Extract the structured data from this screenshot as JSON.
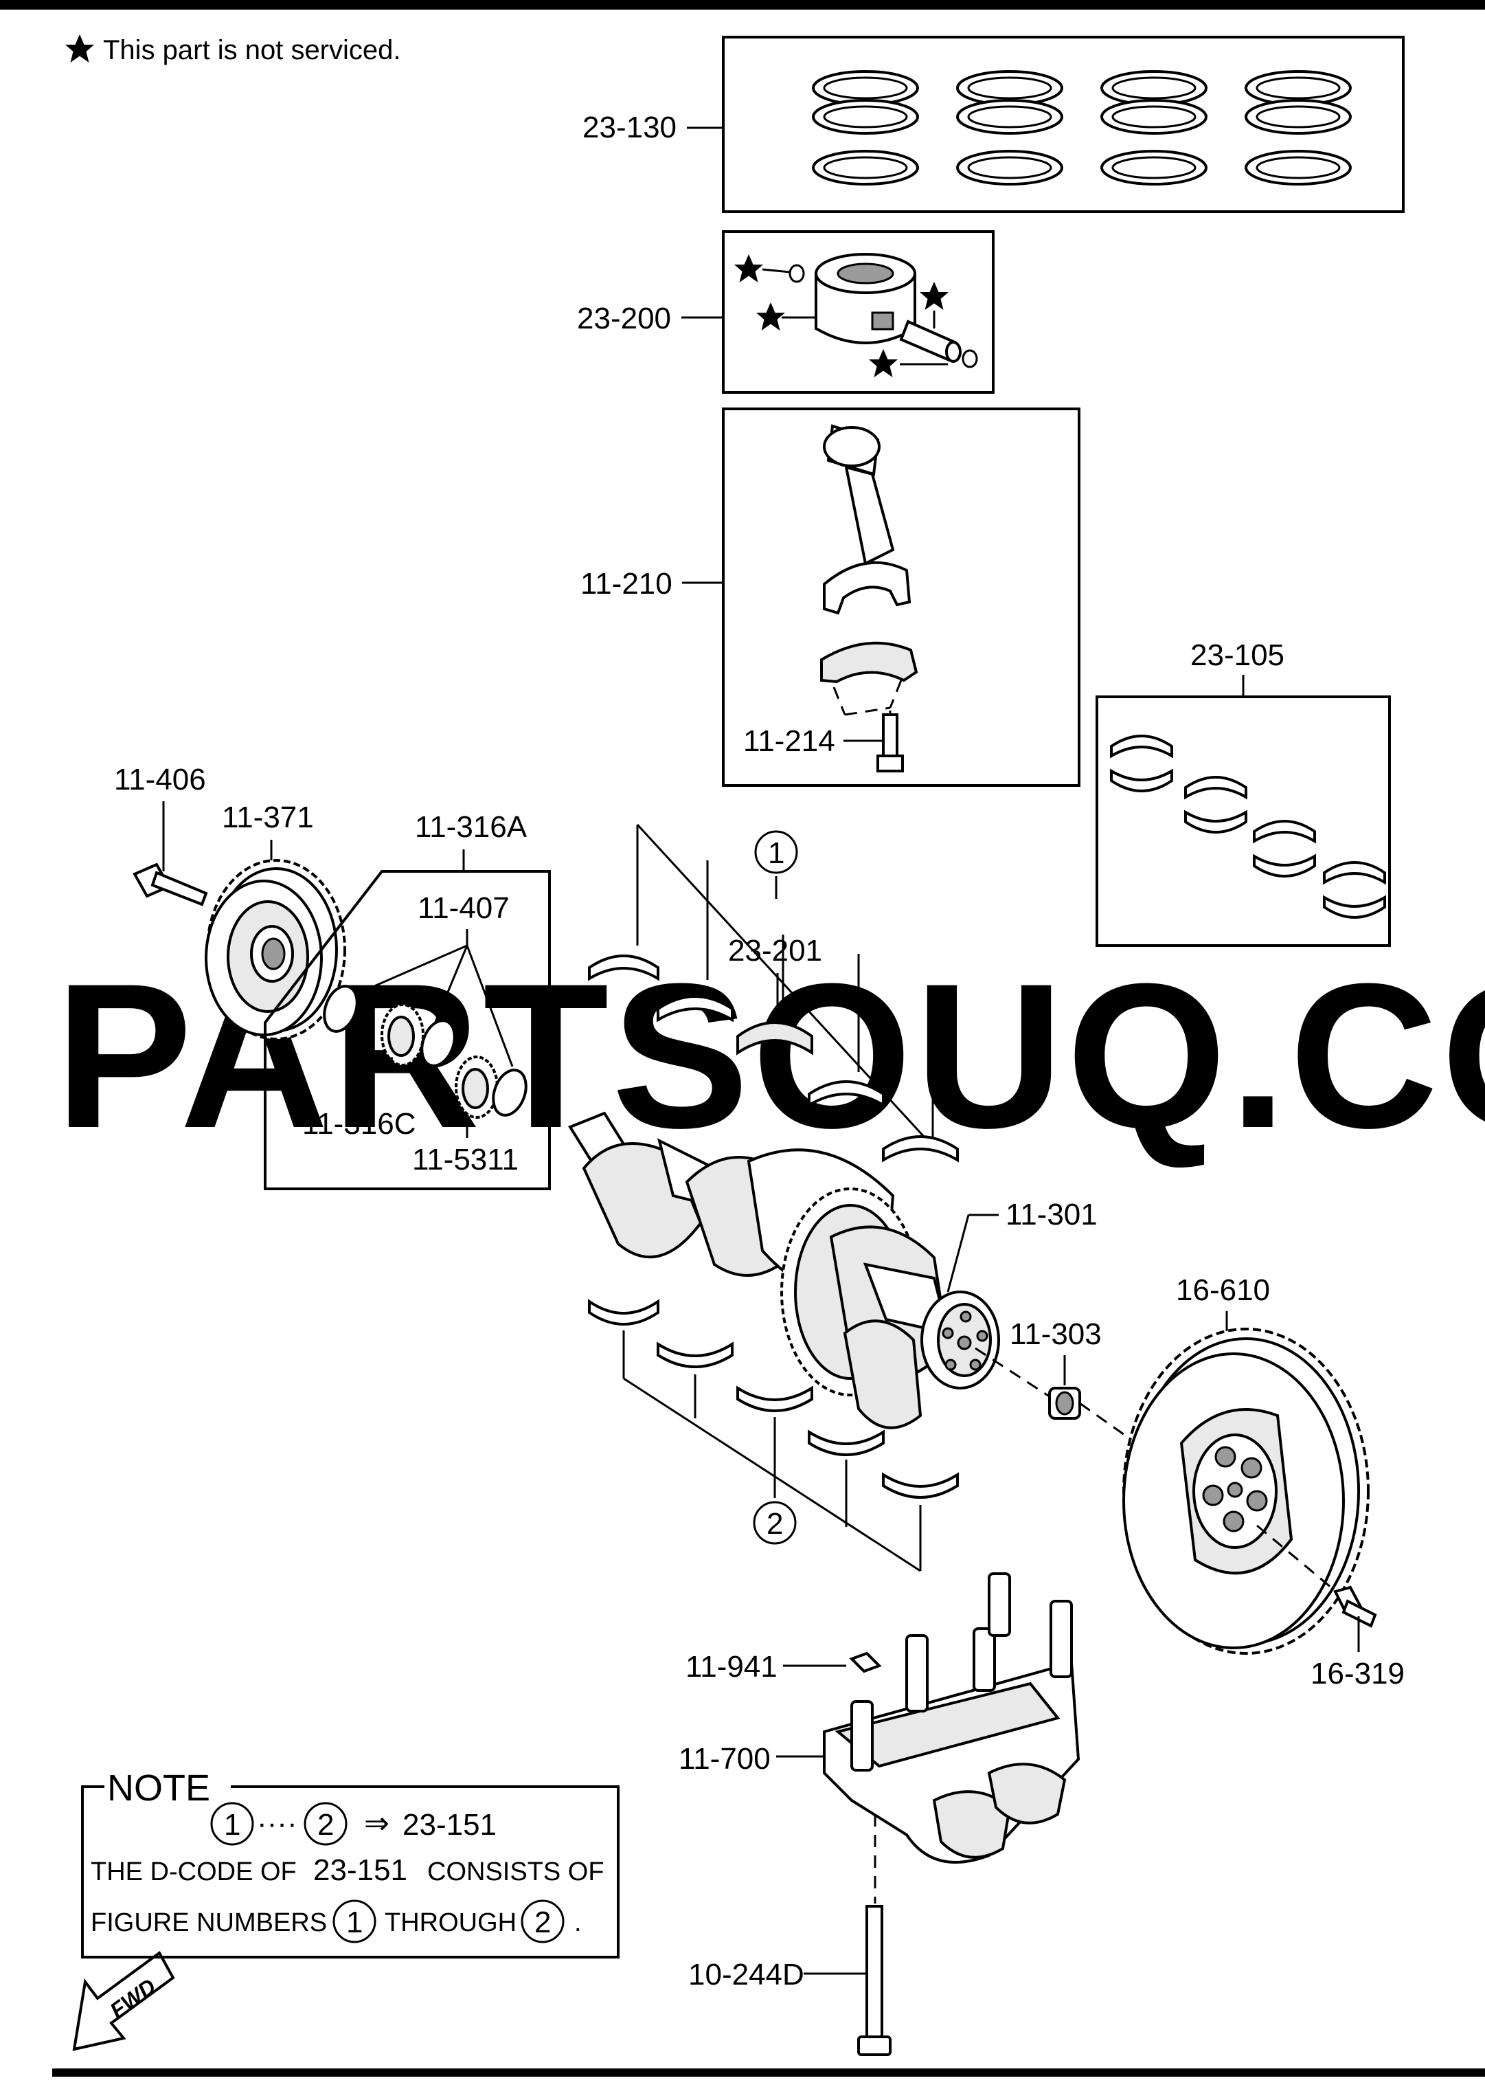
{
  "legend": {
    "star_note": "This part is not serviced."
  },
  "watermark": "PARTSOUQ.COM",
  "callouts": {
    "c23_130": "23-130",
    "c23_200": "23-200",
    "c11_210": "11-210",
    "c11_214": "11-214",
    "c23_105": "23-105",
    "c11_406": "11-406",
    "c11_371": "11-371",
    "c11_316a": "11-316A",
    "c11_407": "11-407",
    "c11_316c": "11-316C",
    "c11_5311": "11-5311",
    "c23_201": "23-201",
    "c11_301": "11-301",
    "c11_303": "11-303",
    "c16_610": "16-610",
    "c16_319": "16-319",
    "c11_941": "11-941",
    "c11_700": "11-700",
    "c10_244d": "10-244D"
  },
  "figure_refs": {
    "one": "1",
    "two": "2"
  },
  "note": {
    "title": "NOTE",
    "range_sep": "····",
    "arrow": "⇒",
    "target": "23-151",
    "line2_a": "THE D-CODE OF",
    "line2_code": "23-151",
    "line2_b": "CONSISTS OF",
    "line3_a": "FIGURE NUMBERS",
    "line3_mid": "THROUGH",
    "line3_end": "."
  },
  "fwd_label": "FWD"
}
